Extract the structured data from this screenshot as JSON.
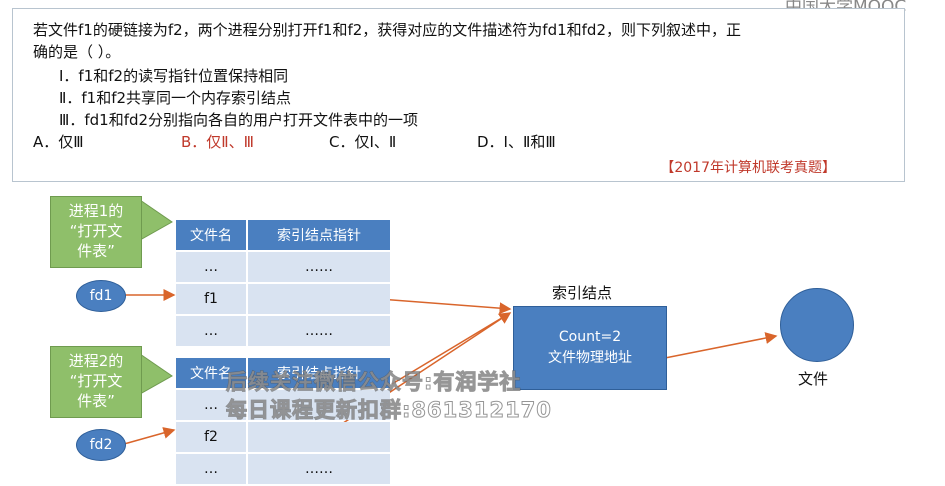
{
  "logo_text": "中国大学MOOC",
  "question": {
    "line1": "若文件f1的硬链接为f2，两个进程分别打开f1和f2，获得对应的文件描述符为fd1和fd2，则下列叙述中，正",
    "line2": "确的是（         ）。",
    "stmt1": "Ⅰ．f1和f2的读写指针位置保持相同",
    "stmt2": "Ⅱ．f1和f2共享同一个内存索引结点",
    "stmt3": "Ⅲ．fd1和fd2分别指向各自的用户打开文件表中的一项",
    "choices": [
      {
        "label": "A．仅Ⅲ",
        "color": "#111111"
      },
      {
        "label": "B．仅Ⅱ、Ⅲ",
        "color": "#c0392b"
      },
      {
        "label": "C．仅Ⅰ、Ⅱ",
        "color": "#111111"
      },
      {
        "label": "D．Ⅰ、Ⅱ和Ⅲ",
        "color": "#111111"
      }
    ],
    "source": "【2017年计算机联考真题】"
  },
  "process1": {
    "callout": [
      "进程1的",
      "“打开文",
      "件表”"
    ],
    "table_headers": [
      "文件名",
      "索引结点指针"
    ],
    "rows": [
      [
        "…",
        "……"
      ],
      [
        "f1",
        ""
      ],
      [
        "…",
        "……"
      ]
    ],
    "fd": "fd1"
  },
  "process2": {
    "callout": [
      "进程2的",
      "“打开文",
      "件表”"
    ],
    "table_headers": [
      "文件名",
      "索引结点指针"
    ],
    "rows": [
      [
        "…",
        ""
      ],
      [
        "f2",
        ""
      ],
      [
        "…",
        "……"
      ]
    ],
    "fd": "fd2"
  },
  "inode": {
    "title": "索引结点",
    "count": "Count=2",
    "address": "文件物理地址"
  },
  "file_label": "文件",
  "watermark": {
    "line1": "后续关注微信公众号:有润学社",
    "line2": "每日课程更新扣群:861312170"
  },
  "colors": {
    "accent_blue": "#4a7fc0",
    "callout_green": "#8fbf6a",
    "arrow": "#d9652b",
    "answer_red": "#c0392b"
  }
}
